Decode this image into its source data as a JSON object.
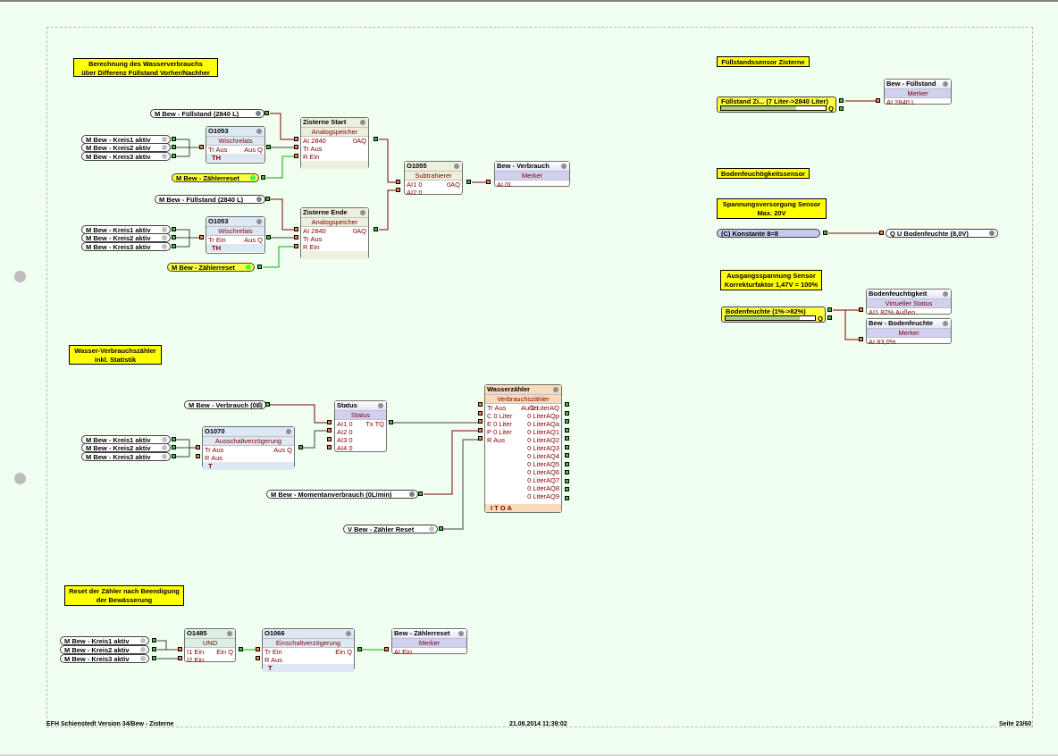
{
  "notes": {
    "calc": [
      "Berechnung des Wasserverbrauchs",
      "über Differenz Füllstand Vorher/Nachher"
    ],
    "sensor_zisterne": "Füllstandssensor Zisterne",
    "bodenfeuchte_sensor": "Bodenfeuchtigkeitssensor",
    "spannung": [
      "Spannungsversorgung Sensor",
      "Max. 20V"
    ],
    "ausgang": [
      "Ausgangsspannung Sensor",
      "Korrekturfaktor 1,47V = 100%"
    ],
    "zaehler": [
      "Wasser-Verbrauchszähler",
      "inkl. Statistik"
    ],
    "reset": [
      "Reset der Zähler nach Beendigung",
      "der Bewässerung"
    ]
  },
  "flags": {
    "fuellstand1": "M  Bew - Füllstand (2840 L)",
    "fuellstand2": "M  Bew - Füllstand (2840 L)",
    "kreis1": "M  Bew - Kreis1 aktiv",
    "kreis2": "M  Bew - Kreis2 aktiv",
    "kreis3": "M  Bew - Kreis3 aktiv",
    "zaehlerreset": "M  Bew - Zählerreset",
    "verbrauch": "M  Bew - Verbrauch (0L)",
    "momentan": "M  Bew - Momentanverbrauch (0L/min)",
    "zaehler_reset_v": "V  Bew - Zähler Reset",
    "konstante": "(C) Konstante 8=8",
    "u_bodenfeuchte": "Q  U Bodenfeuchte (8,0V)"
  },
  "sensors": {
    "fuellstand": {
      "label": "Füllstand Zi... (7 Liter->2840 Liter)",
      "q": "Q",
      "fill_fraction": 0.72
    },
    "bodenfeuchte": {
      "label": "Bodenfeuchte (1%->82%)",
      "q": "Q",
      "fill_fraction": 0.83
    }
  },
  "blocks": {
    "wisch1": {
      "id": "O1053",
      "type": "Wischrelais",
      "in": [
        "Tr Aus"
      ],
      "out": [
        "Aus Q"
      ],
      "footer": "TH"
    },
    "wisch2": {
      "id": "O1053",
      "type": "Wischrelais",
      "in": [
        "Tr Ein"
      ],
      "out": [
        "Aus Q"
      ],
      "footer": "TH"
    },
    "zist_start": {
      "id": "Zisterne Start",
      "type": "Analogspeicher",
      "in": [
        "AI 2840",
        "Tr Aus",
        "R Ein"
      ],
      "out": [
        "0AQ"
      ]
    },
    "zist_ende": {
      "id": "Zisterne Ende",
      "type": "Analogspeicher",
      "in": [
        "AI 2840",
        "Tr Aus",
        "R Ein"
      ],
      "out": [
        "0AQ"
      ]
    },
    "subtr": {
      "id": "O1055",
      "type": "Subtrahierer",
      "in": [
        "AI1 0",
        "AI2 0"
      ],
      "out": [
        "0AQ"
      ]
    },
    "verbrauch": {
      "id": "Bew - Verbrauch",
      "type": "Merker",
      "in": [
        "AI 0L"
      ]
    },
    "fuellstand_m": {
      "id": "Bew - Füllstand",
      "type": "Merker",
      "in": [
        "AI 2840 L"
      ]
    },
    "bodenfeucht_v": {
      "id": "Bodenfeuchtigkeit",
      "type": "Virtueller Status",
      "in": [
        "AI1 82%   Außen"
      ]
    },
    "bodenfeucht_m": {
      "id": "Bew - Bodenfeuchte",
      "type": "Merker",
      "in": [
        "AI 83,0%"
      ]
    },
    "aus_verz": {
      "id": "O1070",
      "type": "Ausschaltverzögerung",
      "in": [
        "Tr Aus",
        "R Aus"
      ],
      "out": [
        "Aus Q"
      ],
      "footer": "T"
    },
    "status": {
      "id": "Status",
      "type": "Status",
      "in": [
        "AI1 0",
        "AI2 0",
        "AI3 0",
        "AI4 0"
      ],
      "out": [
        "Tx TQ"
      ]
    },
    "wasserzaehler": {
      "id": "Wasserzähler",
      "type": "Verbrauchszähler",
      "in": [
        "Tr Aus",
        "C 0 Liter",
        "E 0 Liter",
        "P 0 Liter",
        "R Aus"
      ],
      "mid": "Außer",
      "out": [
        "0 LiterAQ",
        "0 LiterAQp",
        "0 LiterAQa",
        "0 LiterAQ1",
        "0 LiterAQ2",
        "0 LiterAQ3",
        "0 LiterAQ4",
        "0 LiterAQ5",
        "0 LiterAQ6",
        "0 LiterAQ7",
        "0 LiterAQ8",
        "0 LiterAQ9"
      ],
      "footer": "I   T   O   A"
    },
    "und": {
      "id": "O1485",
      "type": "UND",
      "in": [
        "I1 Ein",
        "I2 Ein"
      ],
      "out": [
        "Ein Q"
      ]
    },
    "ein_verz": {
      "id": "O1066",
      "type": "Einschaltverzögerung",
      "in": [
        "Tr Ein",
        "R Aus"
      ],
      "out": [
        "Ein Q"
      ],
      "footer": "T"
    },
    "zaehlerreset_m": {
      "id": "Bew - Zählerreset",
      "type": "Merker",
      "in": [
        "AI Ein"
      ]
    }
  },
  "footer": {
    "left": "EFH Schienstedt Version 34/Bew - Zisterne",
    "center": "21.08.2014 11:39:02",
    "right": "Seite 23/60"
  },
  "colors": {
    "background": "#f0fff0",
    "note": "#ffff00",
    "wire_analog": "#800000",
    "wire_digital": "#404040",
    "wire_active": "#00b000"
  }
}
